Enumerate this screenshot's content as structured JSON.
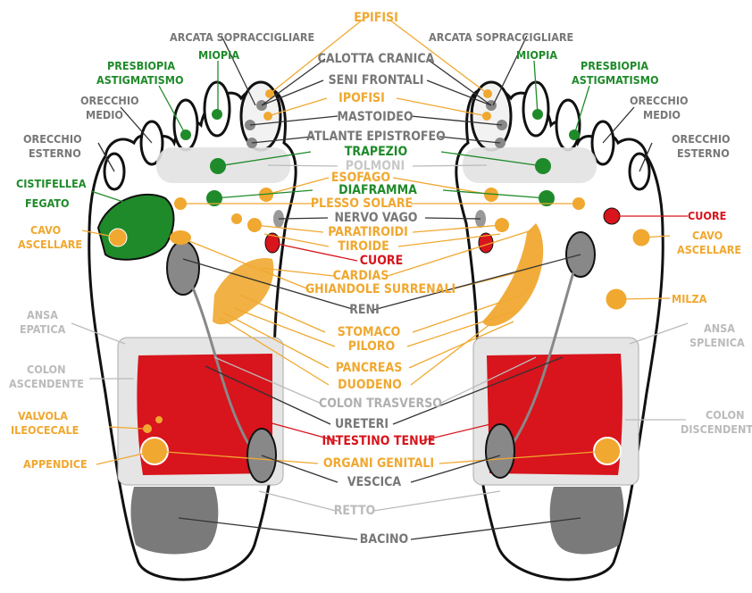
{
  "colors": {
    "orange": "#f0a830",
    "green": "#1f8a2a",
    "red": "#d8141c",
    "dark_gray": "#777777",
    "light_gray": "#c8c8c8",
    "black": "#1a1a1a"
  },
  "labels": {
    "epifisi": "EPIFISI",
    "arcata_left": "ARCATA  SOPRACCIGLIARE",
    "arcata_right": "ARCATA SOPRACCIGLIARE",
    "calotta": "CALOTTA CRANICA",
    "seni": "SENI FRONTALI",
    "ipofisi": "IPOFISI",
    "mastoideo": "MASTOIDEO",
    "atlante": "ATLANTE EPISTROFEO",
    "trapezio": "TRAPEZIO",
    "polmoni": "POLMONI",
    "esofago": "ESOFAGO",
    "diaframma": "DIAFRAMMA",
    "plesso": "PLESSO SOLARE",
    "nervo_vago": "NERVO VAGO",
    "paratiroidi": "PARATIROIDI",
    "tiroide": "TIROIDE",
    "cuore_center": "CUORE",
    "cardias": "CARDIAS",
    "ghiandole": "GHIANDOLE SURRENALI",
    "reni": "RENI",
    "stomaco": "STOMACO",
    "piloro": "PILORO",
    "pancreas": "PANCREAS",
    "duodeno": "DUODENO",
    "colon_trasverso": "COLON TRASVERSO",
    "ureteri": "URETERI",
    "intestino": "INTESTINO TENUE",
    "organi": "ORGANI GENITALI",
    "vescica": "VESCICA",
    "retto": "RETTO",
    "bacino": "BACINO",
    "presbiopia_l": "PRESBIOPIA",
    "astigmatismo_l": "ASTIGMATISMO",
    "miopia_l": "MIOPIA",
    "orecchio_medio_l1": "ORECCHIO",
    "orecchio_medio_l2": "MEDIO",
    "orecchio_esterno_l1": "ORECCHIO",
    "orecchio_esterno_l2": "ESTERNO",
    "cistifellea": "CISTIFELLEA",
    "fegato": "FEGATO",
    "cavo_l1": "CAVO",
    "cavo_l2": "ASCELLARE",
    "ansa_epatica_1": "ANSA",
    "ansa_epatica_2": "EPATICA",
    "colon_asc_1": "COLON",
    "colon_asc_2": "ASCENDENTE",
    "valvola_1": "VALVOLA",
    "valvola_2": "ILEOCECALE",
    "appendice": "APPENDICE",
    "miopia_r": "MIOPIA",
    "presbiopia_r": "PRESBIOPIA",
    "astigmatismo_r": "ASTIGMATISMO",
    "orecchio_medio_r1": "ORECCHIO",
    "orecchio_medio_r2": "MEDIO",
    "orecchio_esterno_r1": "ORECCHIO",
    "orecchio_esterno_r2": "ESTERNO",
    "cuore_right": "CUORE",
    "cavo_r1": "CAVO",
    "cavo_r2": "ASCELLARE",
    "milza": "MILZA",
    "ansa_splenica_1": "ANSA",
    "ansa_splenica_2": "SPLENICA",
    "colon_disc_1": "COLON",
    "colon_disc_2": "DISCENDENTE"
  }
}
